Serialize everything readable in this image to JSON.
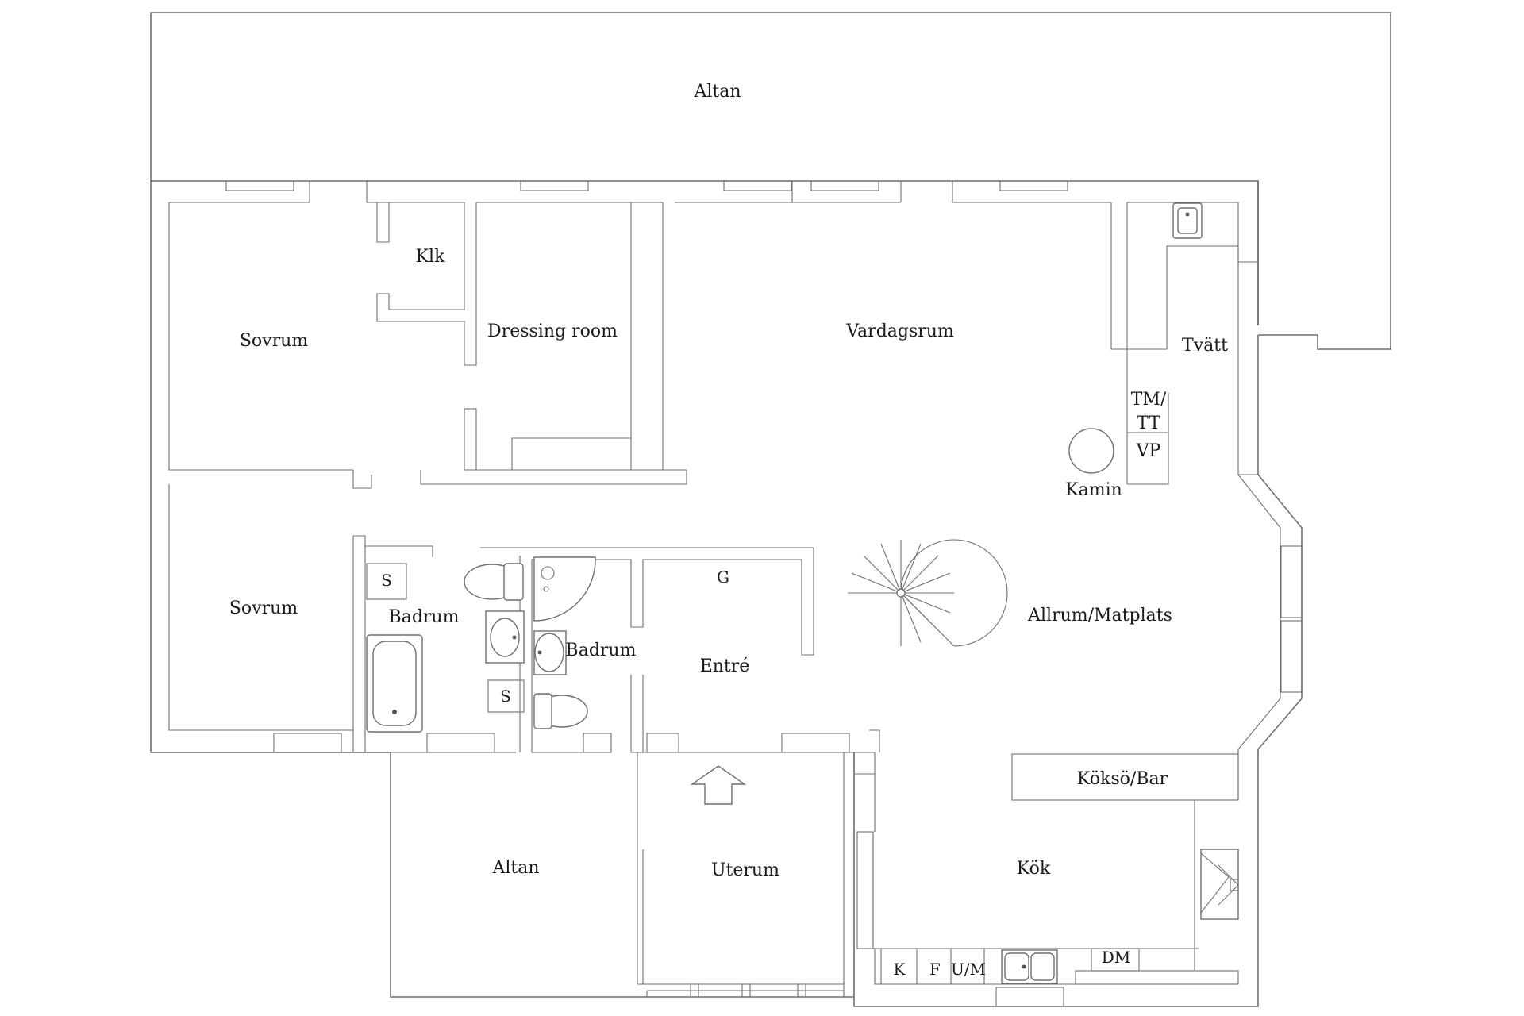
{
  "rooms": {
    "altan_top": "Altan",
    "sovrum_1": "Sovrum",
    "klk": "Klk",
    "dressing": "Dressing room",
    "vardagsrum": "Vardagsrum",
    "tvatt": "Tvätt",
    "tm_tt_line1": "TM/",
    "tm_tt_line2": "TT",
    "vp": "VP",
    "kamin": "Kamin",
    "sovrum_2": "Sovrum",
    "s_1": "S",
    "badrum_1": "Badrum",
    "s_2": "S",
    "g": "G",
    "badrum_2": "Badrum",
    "entre": "Entré",
    "allrum": "Allrum/Matplats",
    "kokso": "Köksö/Bar",
    "altan_bottom": "Altan",
    "uterum": "Uterum",
    "kok": "Kök",
    "k": "K",
    "f": "F",
    "um": "U/M",
    "dm": "DM"
  }
}
